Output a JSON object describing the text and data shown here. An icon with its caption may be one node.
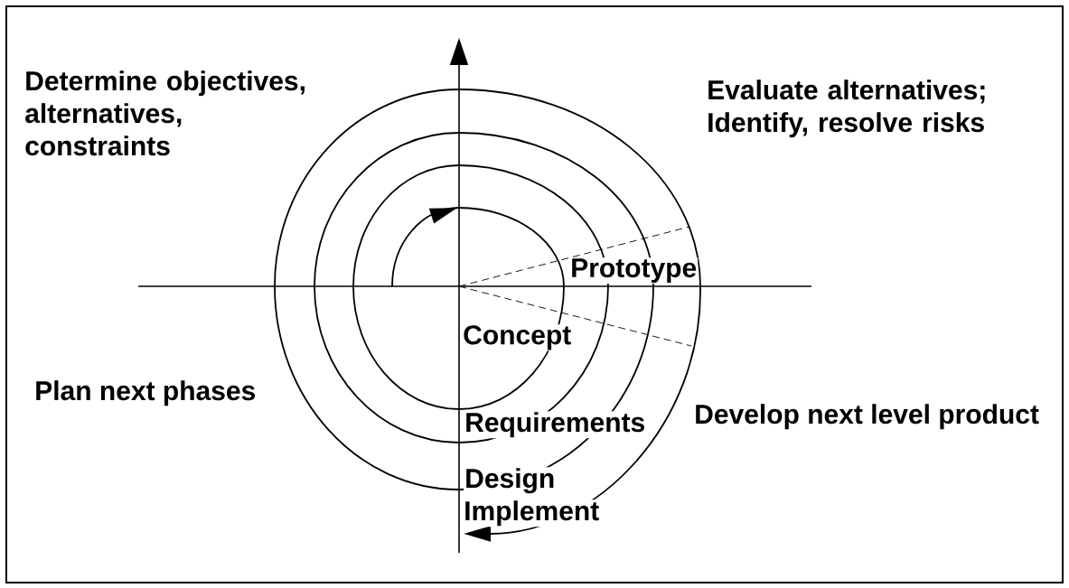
{
  "diagram": {
    "labels": [
      "Determine objectives, alternatives, constraints",
      "Evaluate alternatives; Identify, resolve risks",
      "Prototype",
      "Concept",
      "Plan next phases",
      "Develop next level product",
      "Requirements",
      "Design",
      "Implement"
    ]
  }
}
